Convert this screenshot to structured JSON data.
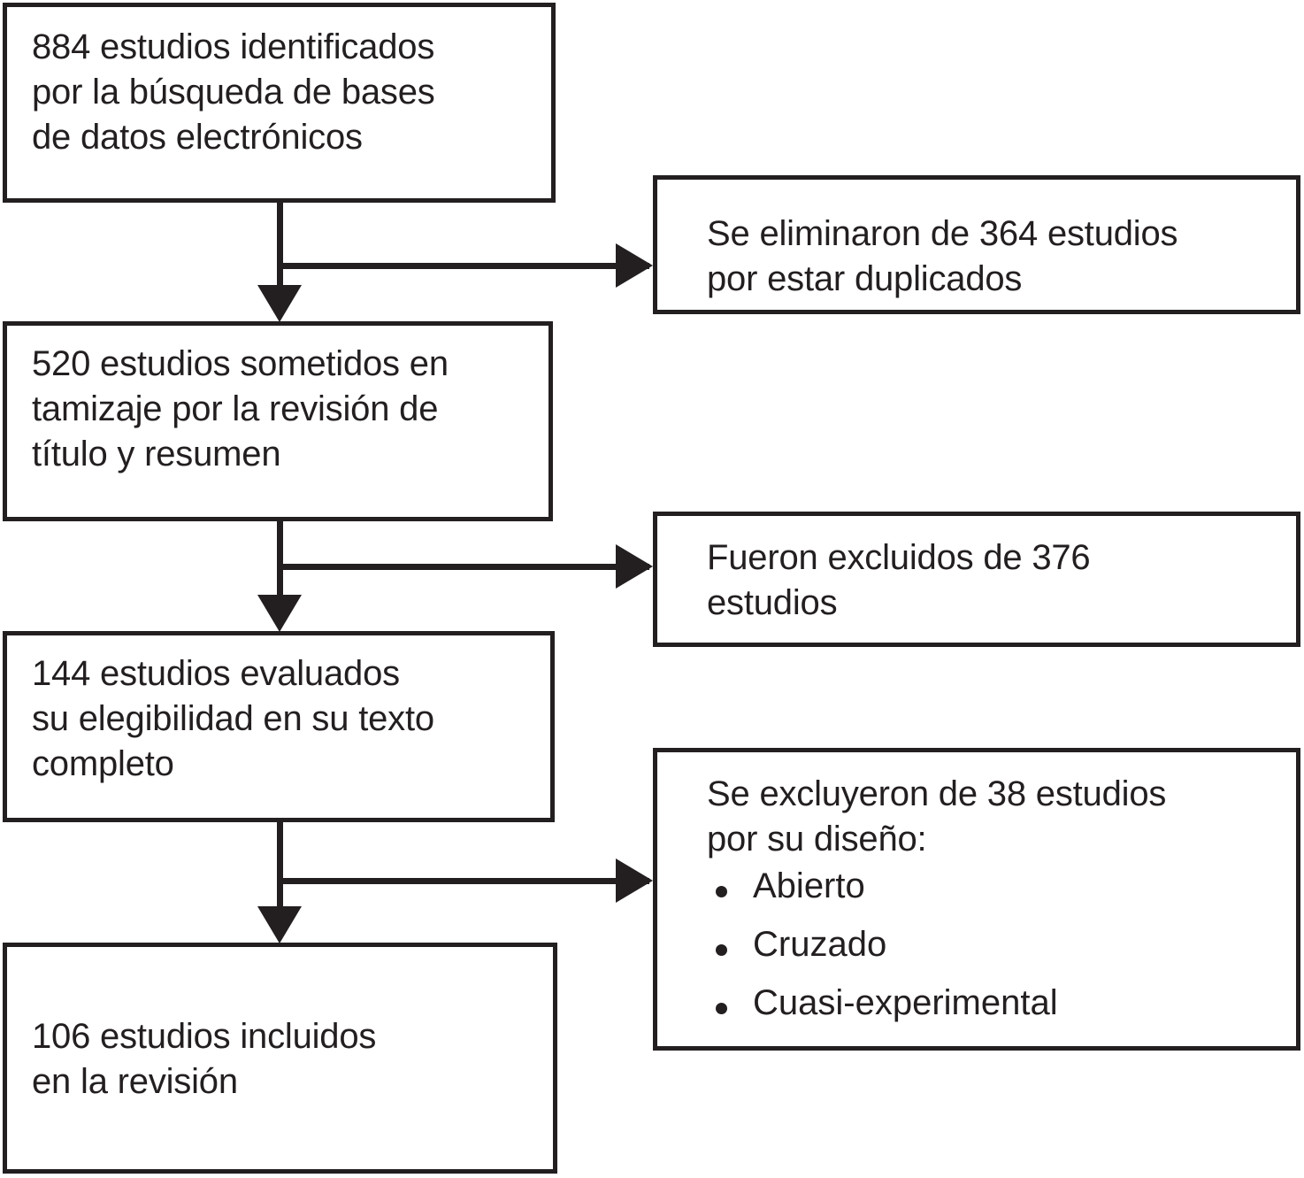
{
  "diagram": {
    "type": "prisma-flow-diagram",
    "language": "es",
    "colors": {
      "stroke": "#231f20",
      "background": "#ffffff",
      "text": "#231f20"
    },
    "flow": {
      "identified": {
        "count": 884,
        "text": "884 estudios identificados\npor la búsqueda de bases\nde datos electrónicos"
      },
      "screened": {
        "count": 520,
        "text": "520 estudios sometidos en\ntamizaje por la revisión de\ntítulo y resumen"
      },
      "eligibility": {
        "count": 144,
        "text": "144 estudios evaluados\nsu elegibilidad en su texto\ncompleto"
      },
      "included": {
        "count": 106,
        "text": "106 estudios incluidos\nen la revisión"
      }
    },
    "exclusions": {
      "duplicates": {
        "count": 364,
        "text": "Se eliminaron de 364 estudios\npor estar duplicados"
      },
      "excluded": {
        "count": 376,
        "text": "Fueron excluidos de 376\nestudios"
      },
      "design": {
        "count": 38,
        "text": "Se excluyeron de 38 estudios\npor su diseño:",
        "reasons": [
          "Abierto",
          "Cruzado",
          "Cuasi-experimental"
        ]
      }
    }
  }
}
